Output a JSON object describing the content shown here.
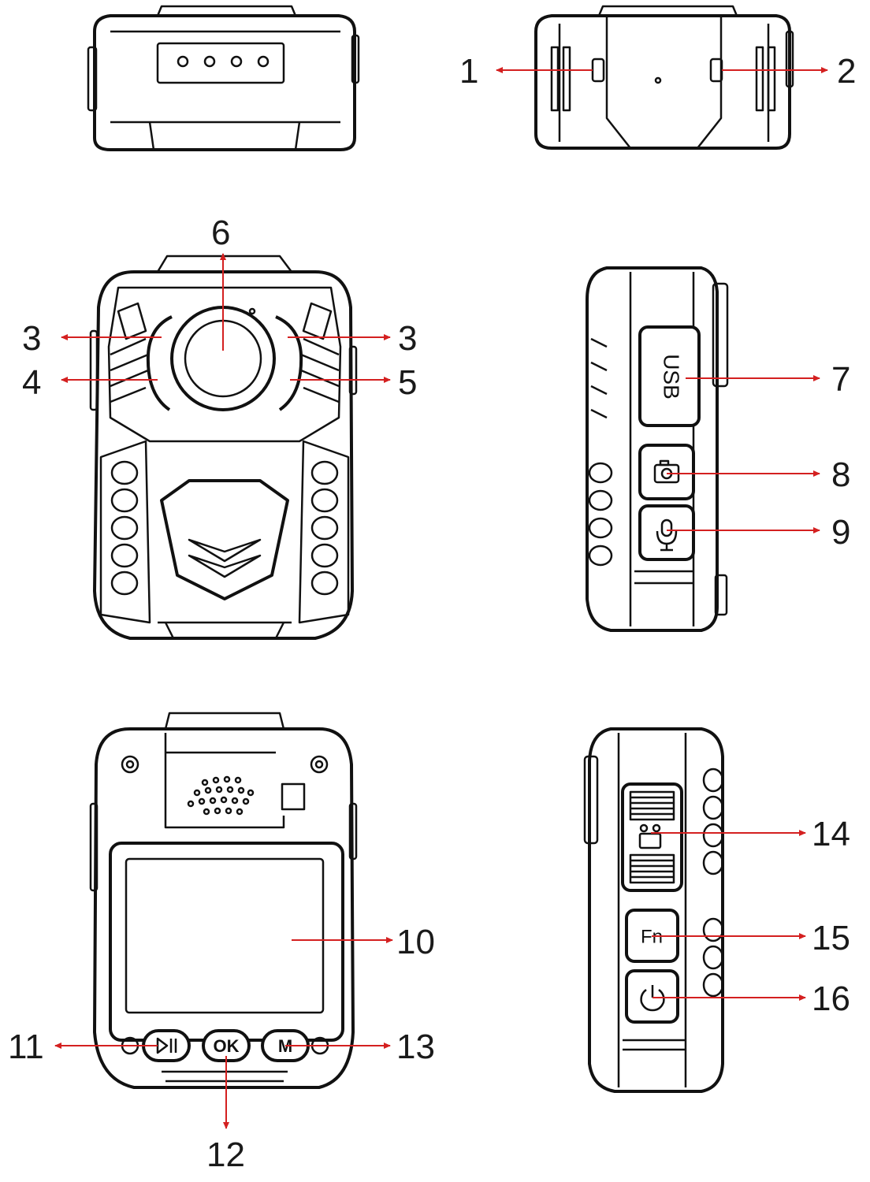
{
  "callouts": [
    {
      "id": "c1",
      "label": "1"
    },
    {
      "id": "c2",
      "label": "2"
    },
    {
      "id": "c3a",
      "label": "3"
    },
    {
      "id": "c3b",
      "label": "3"
    },
    {
      "id": "c4",
      "label": "4"
    },
    {
      "id": "c5",
      "label": "5"
    },
    {
      "id": "c6",
      "label": "6"
    },
    {
      "id": "c7",
      "label": "7"
    },
    {
      "id": "c8",
      "label": "8"
    },
    {
      "id": "c9",
      "label": "9"
    },
    {
      "id": "c10",
      "label": "10"
    },
    {
      "id": "c11",
      "label": "11"
    },
    {
      "id": "c12",
      "label": "12"
    },
    {
      "id": "c13",
      "label": "13"
    },
    {
      "id": "c14",
      "label": "14"
    },
    {
      "id": "c15",
      "label": "15"
    },
    {
      "id": "c16",
      "label": "16"
    }
  ],
  "device_text": {
    "usb": "USB",
    "ok": "OK",
    "m": "M",
    "fn": "Fn"
  },
  "colors": {
    "arrow": "#d42020",
    "line": "#111111"
  },
  "icons": {
    "camera": "camera-icon",
    "microphone": "microphone-icon",
    "play_pause": "play-pause-icon",
    "power": "power-icon",
    "recorder": "video-record-icon"
  }
}
